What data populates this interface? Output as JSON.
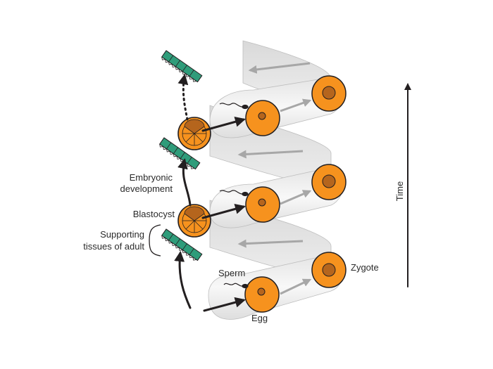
{
  "labels": {
    "embryonic_line1": "Embryonic",
    "embryonic_line2": "development",
    "blastocyst": "Blastocyst",
    "supporting_line1": "Supporting",
    "supporting_line2": "tissues of adult",
    "sperm": "Sperm",
    "egg": "Egg",
    "zygote": "Zygote",
    "time": "Time"
  },
  "colors": {
    "cell_fill": "#f6921e",
    "nucleus_fill": "#b5651d",
    "outline": "#231f20",
    "tissue_fill": "#2f9c7a",
    "band_fill": "#eeeeee",
    "band_shade": "#d6d6d6",
    "inner_arrow": "#a7a7a7"
  }
}
